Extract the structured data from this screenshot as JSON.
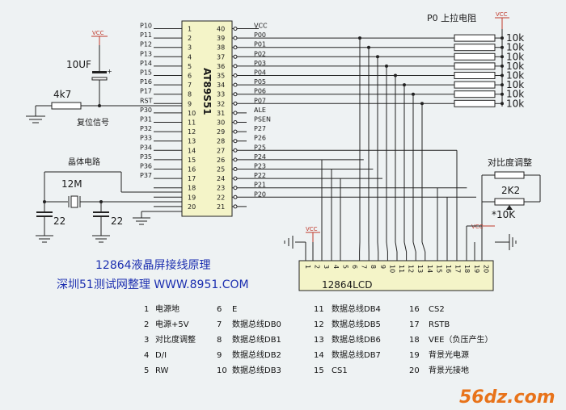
{
  "mcu": {
    "name": "AT89S51",
    "left_pins": [
      {
        "label": "P10",
        "num": "1"
      },
      {
        "label": "P11",
        "num": "2"
      },
      {
        "label": "P12",
        "num": "3"
      },
      {
        "label": "P13",
        "num": "4"
      },
      {
        "label": "P14",
        "num": "5"
      },
      {
        "label": "P15",
        "num": "6"
      },
      {
        "label": "P16",
        "num": "7"
      },
      {
        "label": "P17",
        "num": "8"
      },
      {
        "label": "RST",
        "num": "9"
      },
      {
        "label": "P30",
        "num": "10"
      },
      {
        "label": "P31",
        "num": "11"
      },
      {
        "label": "P32",
        "num": "12"
      },
      {
        "label": "P33",
        "num": "13"
      },
      {
        "label": "P34",
        "num": "14"
      },
      {
        "label": "P35",
        "num": "15"
      },
      {
        "label": "P36",
        "num": "16"
      },
      {
        "label": "P37",
        "num": "17"
      },
      {
        "label": "",
        "num": "18"
      },
      {
        "label": "",
        "num": "19"
      },
      {
        "label": "",
        "num": "20"
      }
    ],
    "right_pins": [
      {
        "label": "VCC",
        "num": "40"
      },
      {
        "label": "P00",
        "num": "39"
      },
      {
        "label": "P01",
        "num": "38"
      },
      {
        "label": "P02",
        "num": "37"
      },
      {
        "label": "P03",
        "num": "36"
      },
      {
        "label": "P04",
        "num": "35"
      },
      {
        "label": "P05",
        "num": "34"
      },
      {
        "label": "P06",
        "num": "33"
      },
      {
        "label": "P07",
        "num": "32"
      },
      {
        "label": "ALE",
        "num": "31"
      },
      {
        "label": "PSEN",
        "num": "30"
      },
      {
        "label": "P27",
        "num": "29"
      },
      {
        "label": "P26",
        "num": "28"
      },
      {
        "label": "P25",
        "num": "27"
      },
      {
        "label": "P24",
        "num": "26"
      },
      {
        "label": "P23",
        "num": "25"
      },
      {
        "label": "P22",
        "num": "24"
      },
      {
        "label": "P21",
        "num": "23"
      },
      {
        "label": "P20",
        "num": "22"
      },
      {
        "label": "",
        "num": "21"
      }
    ]
  },
  "labels": {
    "vcc": "VCC",
    "cap_10uf": "10UF",
    "plus": "+",
    "res_4k7": "4k7",
    "reset_signal": "复位信号",
    "crystal_circuit": "晶体电路",
    "crystal": "12M",
    "cap_22": "22",
    "pullup_title": "P0 上拉电阻",
    "res_10k": "10k",
    "contrast_adjust": "对比度调整",
    "res_2k2": "2K2",
    "res_10k_pot": "*10K",
    "lcd_name": "12864LCD"
  },
  "lcd_pins": [
    "1",
    "2",
    "3",
    "4",
    "5",
    "6",
    "7",
    "8",
    "9",
    "10",
    "11",
    "12",
    "13",
    "14",
    "15",
    "16",
    "17",
    "18",
    "19",
    "20"
  ],
  "title": {
    "line1": "12864液晶屏接线原理",
    "line2": "深圳51测试网整理 WWW.8951.COM"
  },
  "pin_legend": [
    {
      "num": "1",
      "text": "电源地"
    },
    {
      "num": "2",
      "text": "电源+5V"
    },
    {
      "num": "3",
      "text": "对比度调整"
    },
    {
      "num": "4",
      "text": "D/I"
    },
    {
      "num": "5",
      "text": "RW"
    },
    {
      "num": "6",
      "text": "E"
    },
    {
      "num": "7",
      "text": "数据总线DB0"
    },
    {
      "num": "8",
      "text": "数据总线DB1"
    },
    {
      "num": "9",
      "text": "数据总线DB2"
    },
    {
      "num": "10",
      "text": "数据总线DB3"
    },
    {
      "num": "11",
      "text": "数据总线DB4"
    },
    {
      "num": "12",
      "text": "数据总线DB5"
    },
    {
      "num": "13",
      "text": "数据总线DB6"
    },
    {
      "num": "14",
      "text": "数据总线DB7"
    },
    {
      "num": "15",
      "text": "CS1"
    },
    {
      "num": "16",
      "text": "CS2"
    },
    {
      "num": "17",
      "text": "RSTB"
    },
    {
      "num": "18",
      "text": "VEE（负压产生）"
    },
    {
      "num": "19",
      "text": "背景光电源"
    },
    {
      "num": "20",
      "text": "背景光接地"
    }
  ],
  "watermark": "56dz.com",
  "colors": {
    "wire": "#222222",
    "vcc": "#c0392b",
    "title": "#1c2fb0",
    "chip_fill": "#f4f4c8",
    "res_fill": "#ffffff",
    "watermark": "#e8731a"
  }
}
